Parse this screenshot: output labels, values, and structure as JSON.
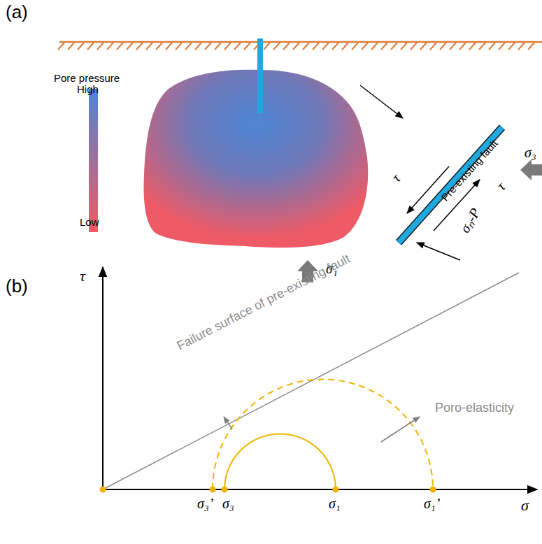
{
  "diagram": {
    "labels": [
      "(a)",
      "Pore pressure",
      "High",
      "Low",
      "τ",
      "τ",
      "Pre-existing fault",
      "σₙ-P",
      "σ₃",
      "σ₁",
      "(b)",
      "τ",
      "σ",
      "Failure surface of pre-existing fault",
      "Poro-elasticity",
      "σ₃’",
      "σ₃",
      "σ₁",
      "σ₁’"
    ]
  }
}
